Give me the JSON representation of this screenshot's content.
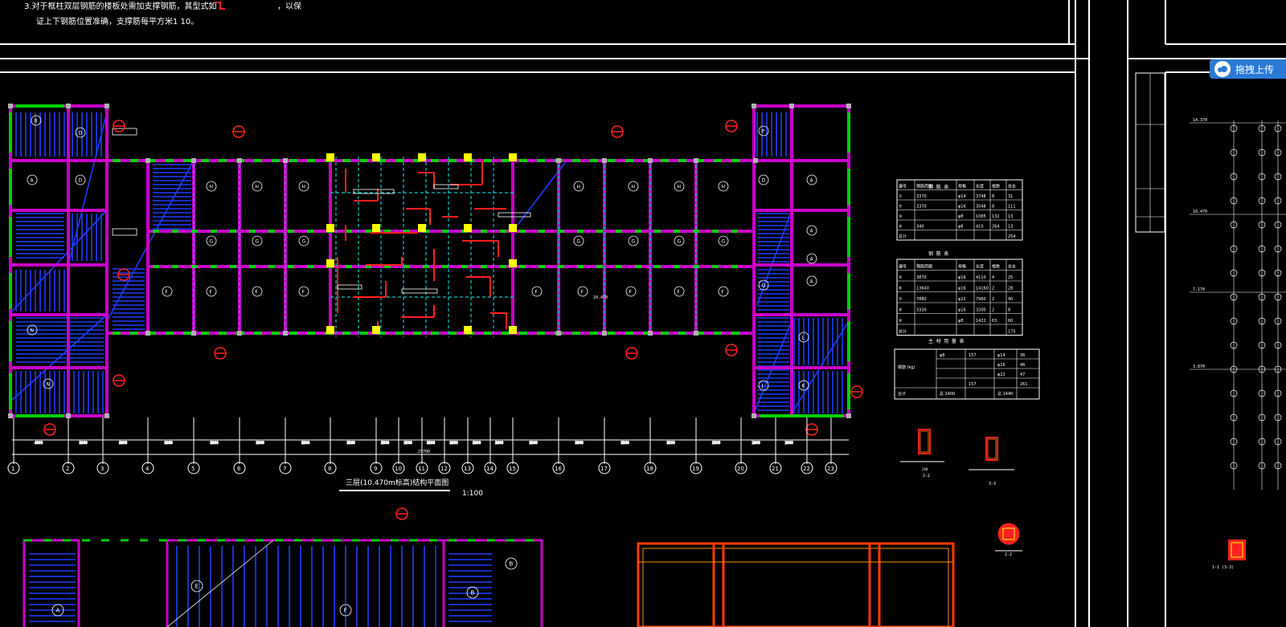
{
  "note": {
    "line1": "3.对于框柱双层钢筋的楼板处需加支撑钢筋，其型式如",
    "line1_tail": "，以保",
    "line2": "证上下钢筋位置准确，支撑筋每平方米1  10。"
  },
  "plan": {
    "title": "三层(10.470m标高)结构平面图",
    "scale": "1:100",
    "total_dim": "25700",
    "axes": [
      "1",
      "2",
      "3",
      "4",
      "5",
      "6",
      "7",
      "8",
      "9",
      "10",
      "11",
      "12",
      "13",
      "14",
      "15",
      "16",
      "17",
      "18",
      "19",
      "20",
      "21",
      "22",
      "23"
    ],
    "dims": [
      "4000",
      "3300",
      "3300",
      "3300",
      "3300",
      "3300",
      "3300",
      "3300",
      "3300",
      "3300",
      "3300",
      "3300",
      "3300",
      "3300",
      "3300",
      "3300",
      "3300",
      "3300",
      "3300",
      "2900",
      "2000"
    ],
    "elevation": "10.470"
  },
  "rebar_table_1": {
    "title": "钢 筋 表",
    "headers": [
      "编号",
      "钢筋简图",
      "规格",
      "长度",
      "根数",
      "总长"
    ],
    "rows": [
      [
        "①",
        "3370",
        "φ14",
        "3748",
        "8",
        "31"
      ],
      [
        "②",
        "3370",
        "φ16",
        "3548",
        "8",
        "111"
      ],
      [
        "③",
        "",
        "φ8",
        "1085",
        "132",
        "13"
      ],
      [
        "④",
        "340",
        "φ8",
        "410",
        "264",
        "13"
      ],
      [
        "总计",
        "",
        "",
        "",
        "",
        "254"
      ]
    ]
  },
  "rebar_table_2": {
    "title": "钢 筋 表",
    "headers": [
      "编号",
      "钢筋简图",
      "规格",
      "长度",
      "根数",
      "总长"
    ],
    "rows": [
      [
        "⑤",
        "3870",
        "φ16",
        "4110",
        "4",
        "25"
      ],
      [
        "⑥",
        "13640",
        "φ16",
        "14160",
        "2",
        "28"
      ],
      [
        "⑦",
        "7880",
        "φ22",
        "7960",
        "2",
        "40"
      ],
      [
        "⑧",
        "3330",
        "φ16",
        "3200",
        "2",
        "8"
      ],
      [
        "⑨",
        "",
        "φ8",
        "1422",
        "63",
        "60"
      ],
      [
        "总计",
        "",
        "",
        "",
        "",
        "175"
      ]
    ]
  },
  "material_table": {
    "title": "主 材 用 量 表",
    "label": "钢筋 (kg)",
    "row1": [
      "φ8",
      "157",
      "φ14",
      "36"
    ],
    "row2": [
      "",
      "",
      "φ16",
      "46"
    ],
    "row3": [
      "",
      "",
      "φ22",
      "47"
    ],
    "row4": [
      "",
      "157",
      "",
      "261"
    ],
    "total_label": "合计",
    "total1": "总 2400",
    "total2": "总 1440"
  },
  "sections": {
    "s1": "2-2",
    "s2": "3-3",
    "s3": "2-2",
    "s4": "1-1 (3-3)",
    "width": "240"
  },
  "right_sheet": {
    "elev1": "14.370",
    "elev2": "10.470",
    "elev3": "7.170",
    "elev4": "3.870"
  },
  "upload": {
    "label": "拖拽上传"
  },
  "colors": {
    "background": "#000000",
    "beam": "#c800c8",
    "column": "#ffff00",
    "rebar_blue": "#1e3cff",
    "rebar_red": "#ff2020",
    "dim": "#ffffff",
    "green": "#00d000",
    "cyan": "#00c8c8"
  }
}
